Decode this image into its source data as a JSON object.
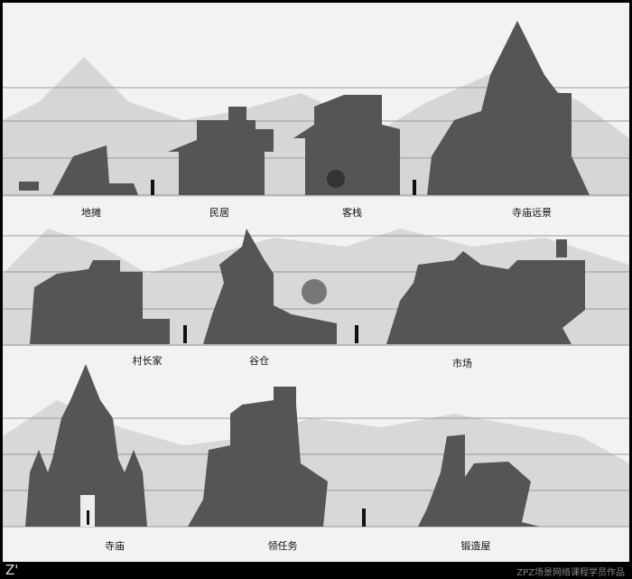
{
  "rows": [
    {
      "labels": [
        "地摊",
        "民居",
        "客栈",
        "寺庙远景"
      ]
    },
    {
      "labels": [
        "村长家",
        "谷仓",
        "市场"
      ]
    },
    {
      "labels": [
        "寺庙",
        "领任务",
        "锻造屋"
      ]
    }
  ],
  "footer": {
    "logo": "Z'",
    "credit": "ZPZ场景网络课程学员作品"
  }
}
